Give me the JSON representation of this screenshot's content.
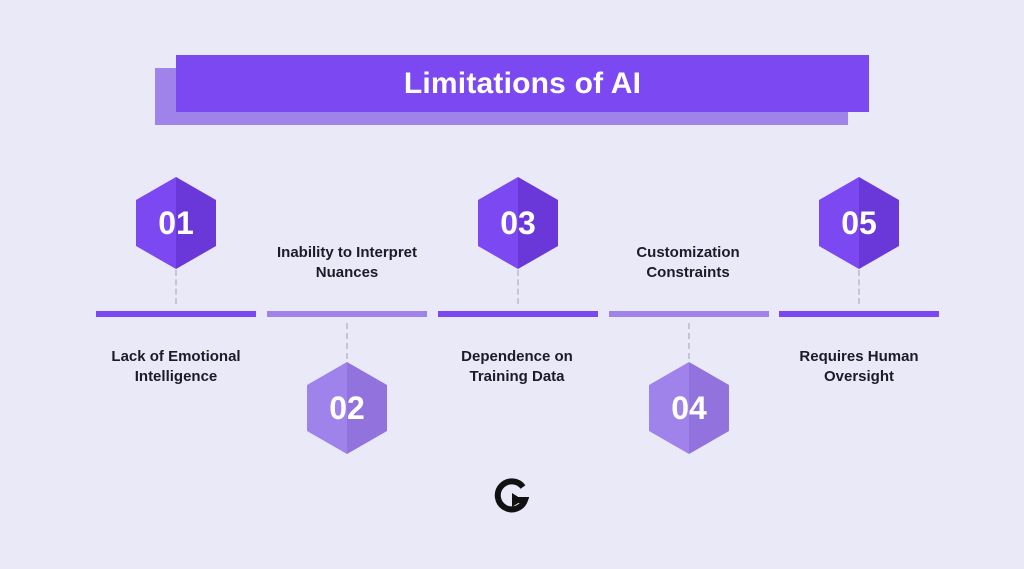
{
  "title": "Limitations of AI",
  "colors": {
    "dark_purple": "#7b48f2",
    "light_purple": "#a083ea",
    "background": "#e9e9f7",
    "text": "#1b1b2b"
  },
  "items": [
    {
      "number": "01",
      "label": "Lack of Emotional Intelligence"
    },
    {
      "number": "02",
      "label": "Inability to Interpret Nuances"
    },
    {
      "number": "03",
      "label": "Dependence on Training Data"
    },
    {
      "number": "04",
      "label": "Customization Constraints"
    },
    {
      "number": "05",
      "label": "Requires Human Oversight"
    }
  ],
  "logo_icon": "g-logo-icon"
}
